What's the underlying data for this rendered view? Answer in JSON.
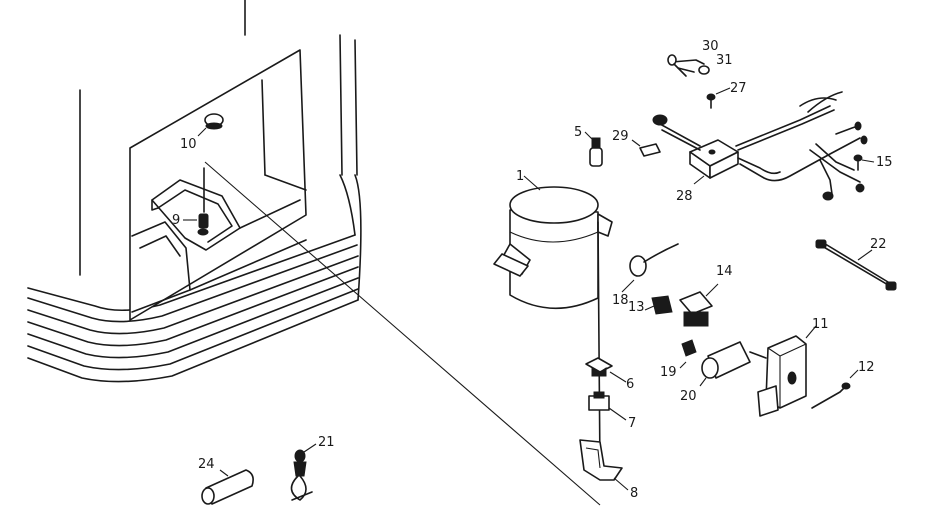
{
  "diagram": {
    "labels": {
      "p1": "1",
      "p5": "5",
      "p6": "6",
      "p7": "7",
      "p8": "8",
      "p9": "9",
      "p10": "10",
      "p11": "11",
      "p12": "12",
      "p13": "13",
      "p14": "14",
      "p15": "15",
      "p18": "18",
      "p19": "19",
      "p20": "20",
      "p21": "21",
      "p22": "22",
      "p24": "24",
      "p27": "27",
      "p28": "28",
      "p29": "29",
      "p30": "30",
      "p31": "31"
    }
  }
}
